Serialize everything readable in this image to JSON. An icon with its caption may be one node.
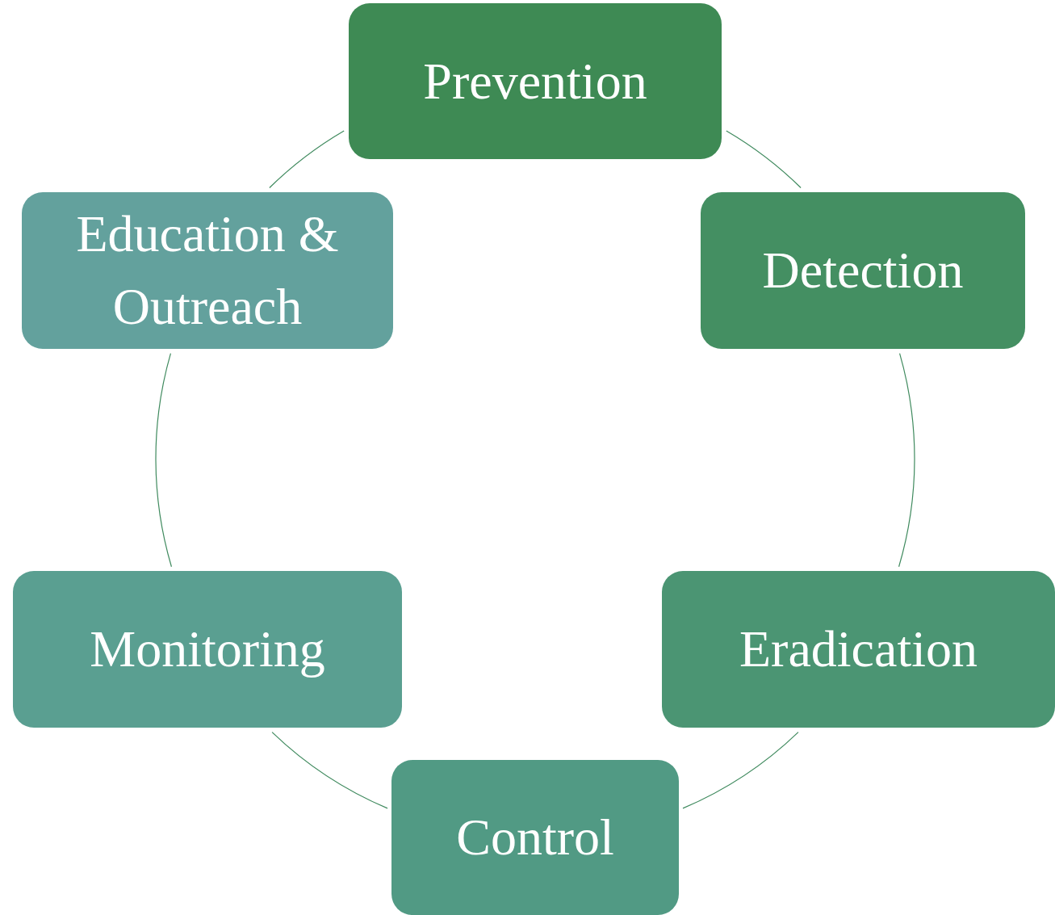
{
  "diagram": {
    "nodes": [
      {
        "text": [
          "Prevention"
        ]
      },
      {
        "text": [
          "Detection"
        ]
      },
      {
        "text": [
          "Eradication"
        ]
      },
      {
        "text": [
          "Control"
        ]
      },
      {
        "text": [
          "Monitoring"
        ]
      },
      {
        "text": [
          "Education & Outreach"
        ]
      }
    ],
    "edges": [
      {
        "from": 0,
        "to": 1,
        "arrow": "none"
      },
      {
        "from": 1,
        "to": 2,
        "arrow": "none"
      },
      {
        "from": 2,
        "to": 3,
        "arrow": "none"
      },
      {
        "from": 3,
        "to": 4,
        "arrow": "none"
      },
      {
        "from": 4,
        "to": 5,
        "arrow": "none"
      },
      {
        "from": 5,
        "to": 0,
        "arrow": "none"
      }
    ]
  }
}
